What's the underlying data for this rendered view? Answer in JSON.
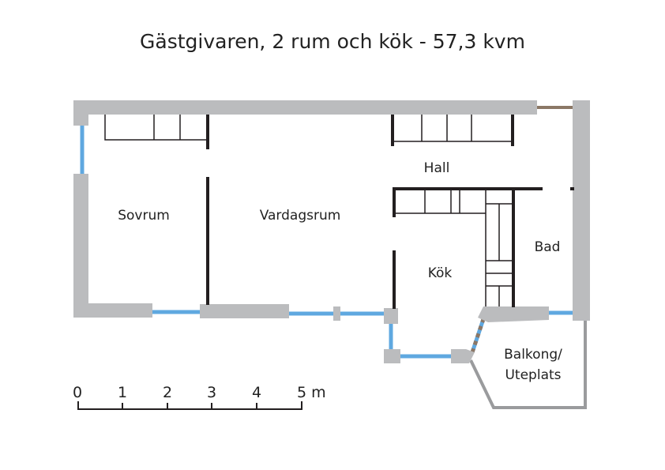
{
  "title": "Gästgivaren, 2 rum och kök - 57,3 kvm",
  "rooms": {
    "sovrum": "Sovrum",
    "vardagsrum": "Vardagsrum",
    "hall": "Hall",
    "kok": "Kök",
    "bad": "Bad",
    "balkong_line1": "Balkong/",
    "balkong_line2": "Uteplats"
  },
  "scale": {
    "labels": [
      "0",
      "1",
      "2",
      "3",
      "4",
      "5 m"
    ]
  },
  "colors": {
    "wall": "#bbbcbe",
    "window": "#5fa8e0",
    "interior_wall": "#231f20",
    "door": "#8b7766",
    "balcony_rail": "#9a9b9d"
  }
}
